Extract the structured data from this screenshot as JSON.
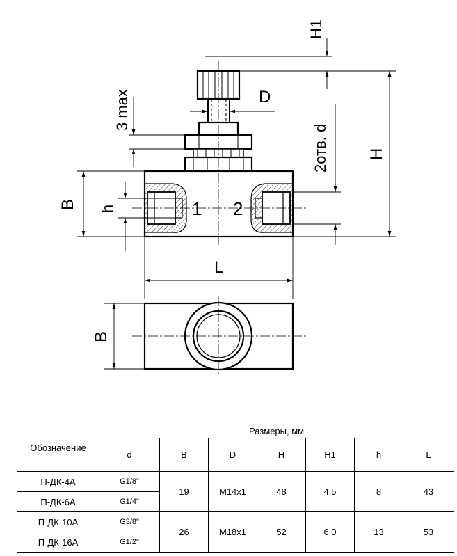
{
  "drawing": {
    "labels": {
      "h1": "H1",
      "max3": "3 max",
      "d_upper": "D",
      "holes": "2отв. d",
      "h_upper": "H",
      "b_side": "B",
      "h_small": "h",
      "port1": "1",
      "port2": "2",
      "l_len": "L",
      "b_top": "B"
    }
  },
  "table": {
    "header": {
      "designation": "Обозначение",
      "group": "Размеры, мм",
      "columns": [
        "d",
        "B",
        "D",
        "H",
        "H1",
        "h",
        "L"
      ]
    },
    "groups": [
      {
        "rows": [
          {
            "name": "П-ДК-4А",
            "d": "G1/8\""
          },
          {
            "name": "П-ДК-6А",
            "d": "G1/4\""
          }
        ],
        "B": "19",
        "D": "M14x1",
        "H": "48",
        "H1": "4,5",
        "h": "8",
        "L": "43"
      },
      {
        "rows": [
          {
            "name": "П-ДК-10А",
            "d": "G3/8\""
          },
          {
            "name": "П-ДК-16А",
            "d": "G1/2\""
          }
        ],
        "B": "26",
        "D": "M18x1",
        "H": "52",
        "H1": "6,0",
        "h": "13",
        "L": "53"
      }
    ]
  }
}
